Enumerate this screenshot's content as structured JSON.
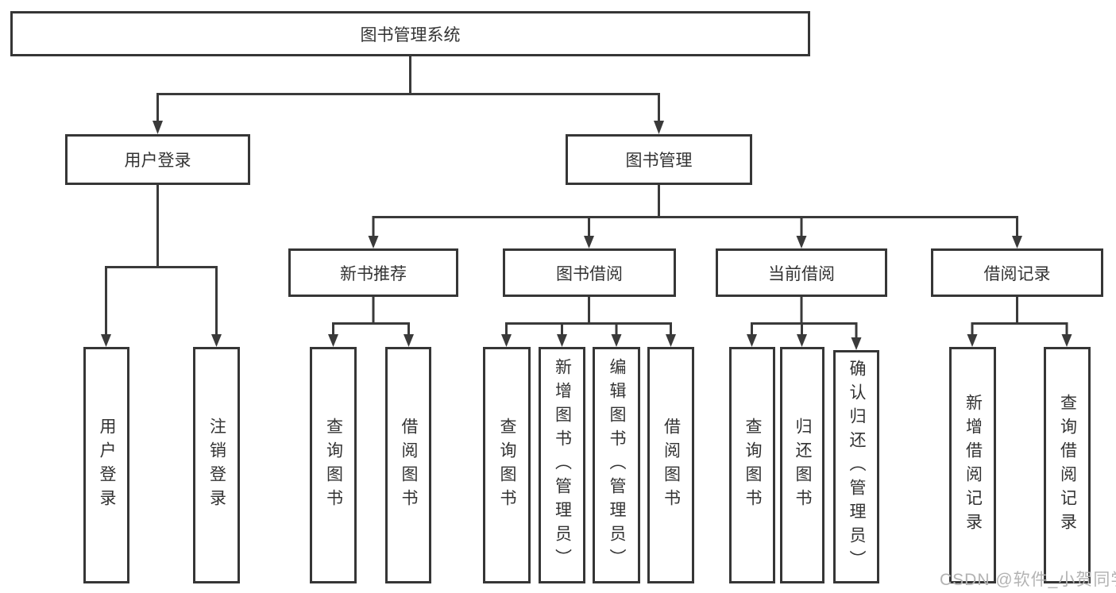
{
  "diagram": {
    "root": {
      "label": "图书管理系统"
    },
    "user_login": {
      "label": "用户登录",
      "children": [
        {
          "label": "用户登录"
        },
        {
          "label": "注销登录"
        }
      ]
    },
    "book_management": {
      "label": "图书管理",
      "sections": [
        {
          "label": "新书推荐",
          "children": [
            {
              "label": "查询图书"
            },
            {
              "label": "借阅图书"
            }
          ]
        },
        {
          "label": "图书借阅",
          "children": [
            {
              "label": "查询图书"
            },
            {
              "label": "新增图书（管理员）"
            },
            {
              "label": "编辑图书（管理员）"
            },
            {
              "label": "借阅图书"
            }
          ]
        },
        {
          "label": "当前借阅",
          "children": [
            {
              "label": "查询图书"
            },
            {
              "label": "归还图书"
            },
            {
              "label": "确认归还（管理员）"
            }
          ]
        },
        {
          "label": "借阅记录",
          "children": [
            {
              "label": "新增借阅记录"
            },
            {
              "label": "查询借阅记录"
            }
          ]
        }
      ]
    }
  },
  "watermark": {
    "text": "CSDN @软件_小贺同学"
  },
  "colors": {
    "line": "#3a3a3a",
    "box_border": "#363636",
    "text": "#333333",
    "watermark_gray": "#b3b3b3",
    "background": "#ffffff"
  }
}
